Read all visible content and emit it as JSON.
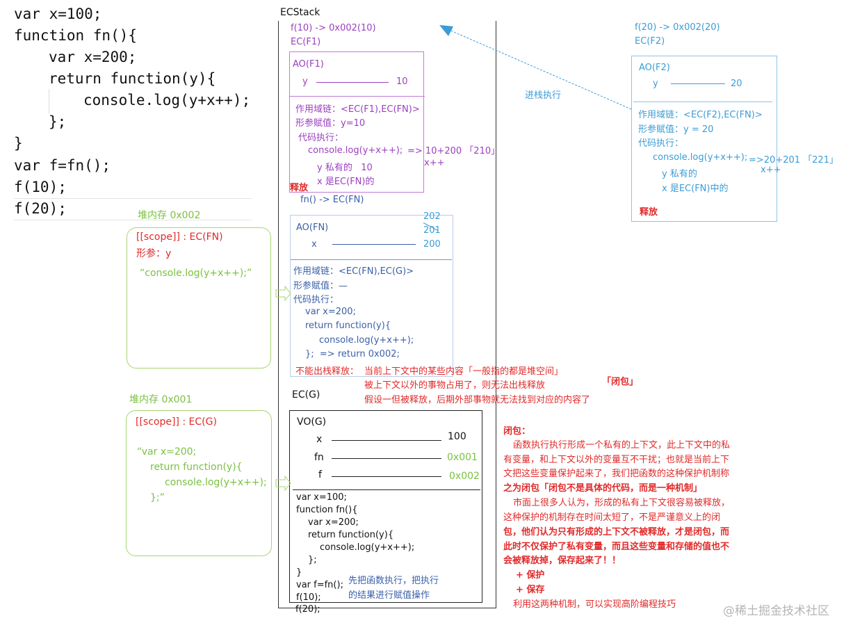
{
  "code": {
    "lines": [
      "var x=100;",
      "function fn(){",
      "var x=200;",
      "return function(y){",
      "console.log(y+x++);",
      "};",
      "}",
      "var f=fn();",
      "f(10);",
      "f(20);"
    ]
  },
  "heap_002": {
    "title": "堆内存 0x002",
    "scope": "[[scope]] : EC(FN)",
    "param": "形参：y",
    "body": "“console.log(y+x++);”"
  },
  "heap_001": {
    "title": "堆内存 0x001",
    "scope": "[[scope]] : EC(G)",
    "body_lines": [
      "“var x=200;",
      "return function(y){",
      "console.log(y+x++);",
      "};”"
    ]
  },
  "ecstack": {
    "title": "ECStack",
    "f1_call": "f(10) -> 0x002(10)",
    "f1_ec": "EC(F1)",
    "ao_f1": {
      "label": "AO(F1)",
      "var_name": "y",
      "var_value": "10",
      "scope_chain": "作用域链：<EC(F1),EC(FN)>",
      "param_assign": "形参赋值：y=10",
      "exec_label": "代码执行：",
      "exec_code": "console.log(y+x++);",
      "result": "=> 10+200 「210」",
      "result_post": "x++",
      "note_y": "y 私有的   10",
      "note_x": "x 是EC(FN)的",
      "release": "释放"
    },
    "fn_call": "fn() -> EC(FN)",
    "ao_fn": {
      "label": "AO(FN)",
      "var_name": "x",
      "values": [
        "202",
        "201",
        "200"
      ],
      "scope_chain": "作用域链：<EC(FN),EC(G)>",
      "param_assign": "形参赋值：—",
      "exec_label": "代码执行：",
      "exec_lines": [
        "var x=200;",
        "return function(y){",
        "console.log(y+x++);",
        "};  => return 0x002;"
      ]
    },
    "no_release": {
      "label": "不能出栈释放：",
      "line1": "当前上下文中的某些内容「一般指的都是堆空间」",
      "line2": "被上下文以外的事物占用了，则无法出栈释放",
      "line3": "假设一但被释放，后期外部事物就无法找到对应的内容了",
      "closure_tag": "「闭包」"
    },
    "ec_g": {
      "label": "EC(G)",
      "vo_label": "VO(G)",
      "vars": [
        {
          "name": "x",
          "value": "100"
        },
        {
          "name": "fn",
          "value": "0x001"
        },
        {
          "name": "f",
          "value": "0x002"
        }
      ],
      "code_lines": [
        "var x=100;",
        "function fn(){",
        "var x=200;",
        "return function(y){",
        "console.log(y+x++);",
        "};",
        "}",
        "var f=fn();",
        "f(10);",
        "f(20);"
      ],
      "note_line1": "先把函数执行，把执行",
      "note_line2": "的结果进行赋值操作"
    }
  },
  "f2": {
    "call": "f(20) -> 0x002(20)",
    "ec": "EC(F2)",
    "push_label": "进栈执行",
    "ao_label": "AO(F2)",
    "var_name": "y",
    "var_value": "20",
    "scope_chain": "作用域链：<EC(F2),EC(FN)>",
    "param_assign": "形参赋值：y = 20",
    "exec_label": "代码执行：",
    "exec_code": "console.log(y+x++);",
    "result": "=>20+201 「221」",
    "result_post": "x++",
    "note_y": "y 私有的",
    "note_x": "x 是EC(FN)中的",
    "release": "释放"
  },
  "closure": {
    "title": "闭包：",
    "p1": [
      "函数执行执行形成一个私有的上下文，此上下文中的私",
      "有变量，和上下文以外的变量互不干扰；也就是当前上下",
      "文把这些变量保护起来了，我们把函数的这种保护机制称",
      "之为闭包「闭包不是具体的代码，而是一种机制」"
    ],
    "p2": [
      "市面上很多人认为，形成的私有上下文很容易被释放，",
      "这种保护的机制存在时间太短了，不是严谨意义上的闭",
      "包，他们认为只有形成的上下文不被释放，才是闭包，而",
      "此时不仅保护了私有变量，而且这些变量和存储的值也不",
      "会被释放掉，保存起来了！！"
    ],
    "protect": "+ 保护",
    "save": "+ 保存",
    "summary": "利用这两种机制，可以实现高阶编程技巧"
  },
  "watermark": "@稀土掘金技术社区"
}
